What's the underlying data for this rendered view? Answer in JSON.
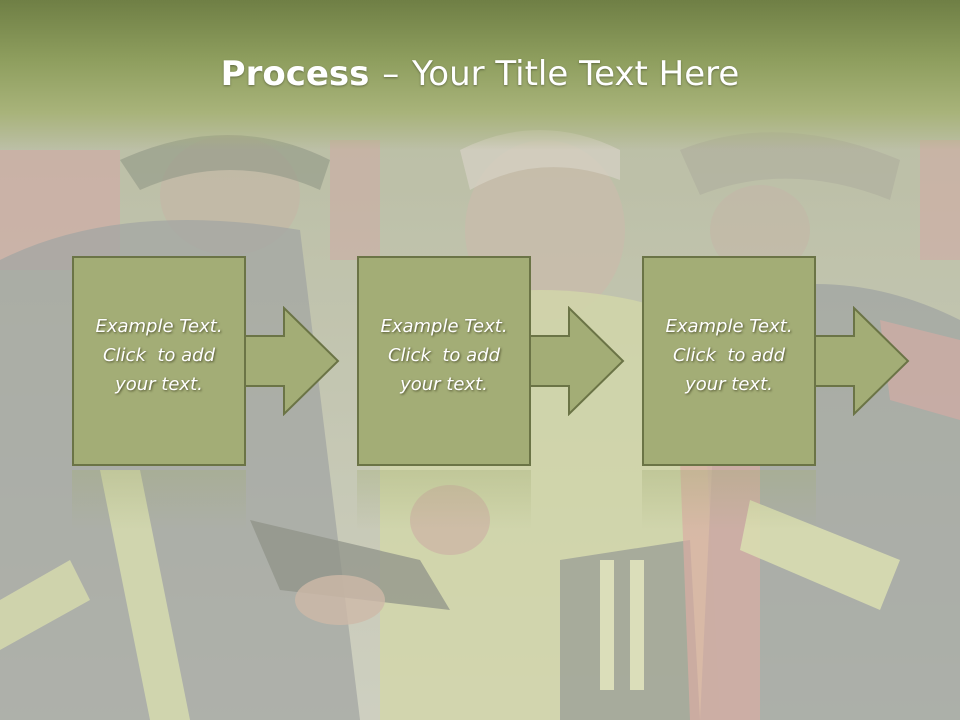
{
  "slide": {
    "title_bold": "Process",
    "title_dash": "–",
    "title_rest": "Your Title Text Here"
  },
  "steps": [
    {
      "line1": "Example Text.",
      "line2": "Click  to add",
      "line3": "your text."
    },
    {
      "line1": "Example Text.",
      "line2": "Click  to add",
      "line3": "your text."
    },
    {
      "line1": "Example Text.",
      "line2": "Click  to add",
      "line3": "your text."
    }
  ],
  "colors": {
    "title_band": "#8e9e5e",
    "step_fill": "#a3ad76",
    "step_border": "#6b7446",
    "text": "#ffffff"
  }
}
